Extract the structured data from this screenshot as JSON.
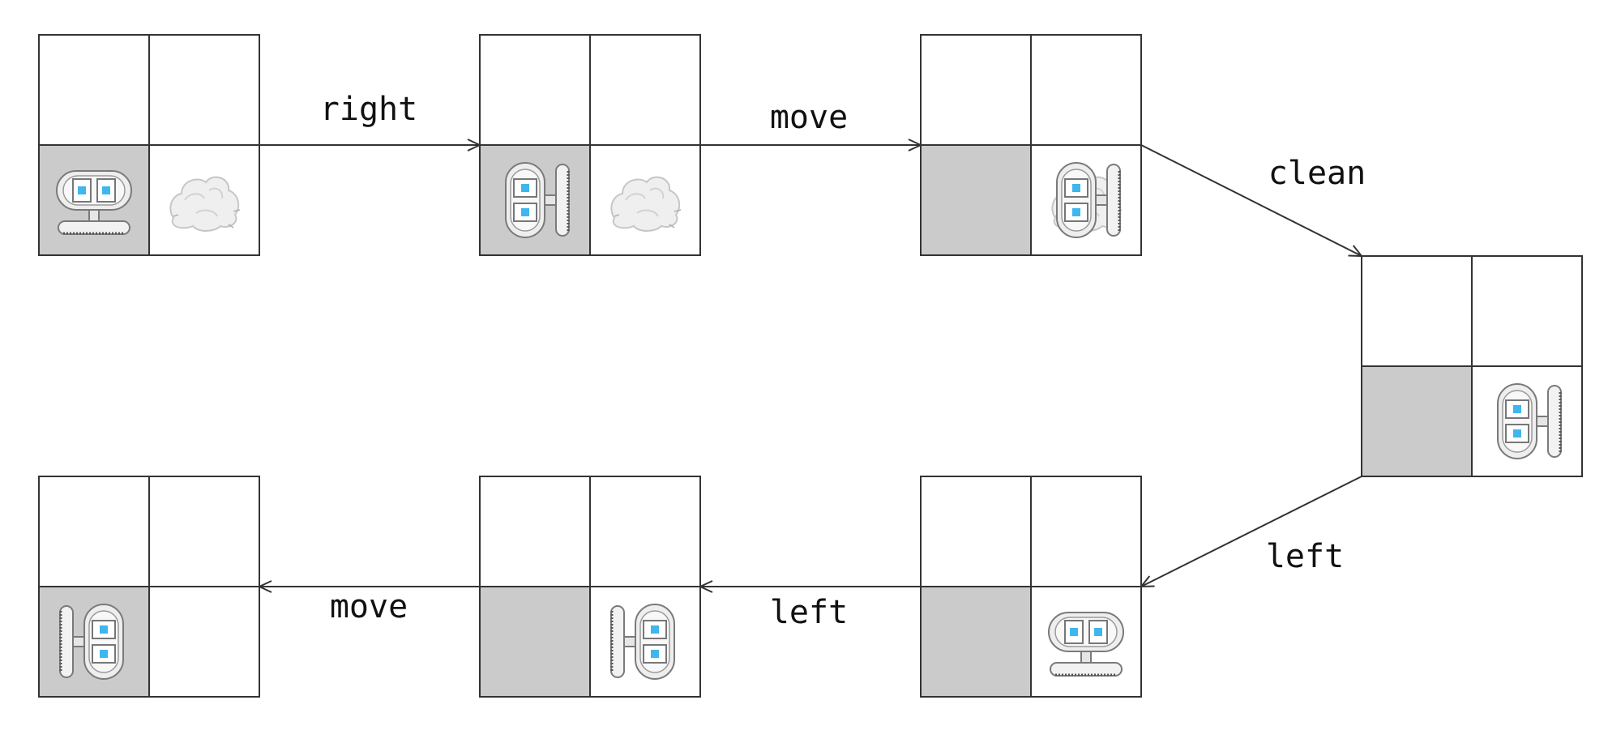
{
  "colors": {
    "visited_cell": "#cbcbcb",
    "empty_cell": "#ffffff",
    "grid_line": "#333333",
    "robot_window": "#3fb6ee"
  },
  "states": [
    {
      "id": "s1",
      "robot_cell": "bottom-left",
      "robot_facing": "down",
      "dirty_cells": [
        "bottom-right"
      ],
      "gray_cells": [
        "bottom-left"
      ]
    },
    {
      "id": "s2",
      "robot_cell": "bottom-left",
      "robot_facing": "right",
      "dirty_cells": [
        "bottom-right"
      ],
      "gray_cells": [
        "bottom-left"
      ]
    },
    {
      "id": "s3",
      "robot_cell": "bottom-right",
      "robot_facing": "right",
      "dirty_cells": [
        "bottom-right"
      ],
      "gray_cells": [
        "bottom-left"
      ]
    },
    {
      "id": "s4",
      "robot_cell": "bottom-right",
      "robot_facing": "right",
      "dirty_cells": [],
      "gray_cells": [
        "bottom-left"
      ]
    },
    {
      "id": "s5",
      "robot_cell": "bottom-right",
      "robot_facing": "down",
      "dirty_cells": [],
      "gray_cells": [
        "bottom-left"
      ]
    },
    {
      "id": "s6",
      "robot_cell": "bottom-right",
      "robot_facing": "left",
      "dirty_cells": [],
      "gray_cells": [
        "bottom-left"
      ]
    },
    {
      "id": "s7",
      "robot_cell": "bottom-left",
      "robot_facing": "left",
      "dirty_cells": [],
      "gray_cells": [
        "bottom-left"
      ]
    }
  ],
  "transitions": [
    {
      "from": "s1",
      "to": "s2",
      "label": "right"
    },
    {
      "from": "s2",
      "to": "s3",
      "label": "move"
    },
    {
      "from": "s3",
      "to": "s4",
      "label": "clean"
    },
    {
      "from": "s4",
      "to": "s5",
      "label": "left"
    },
    {
      "from": "s5",
      "to": "s6",
      "label": "left"
    },
    {
      "from": "s6",
      "to": "s7",
      "label": "move"
    }
  ]
}
